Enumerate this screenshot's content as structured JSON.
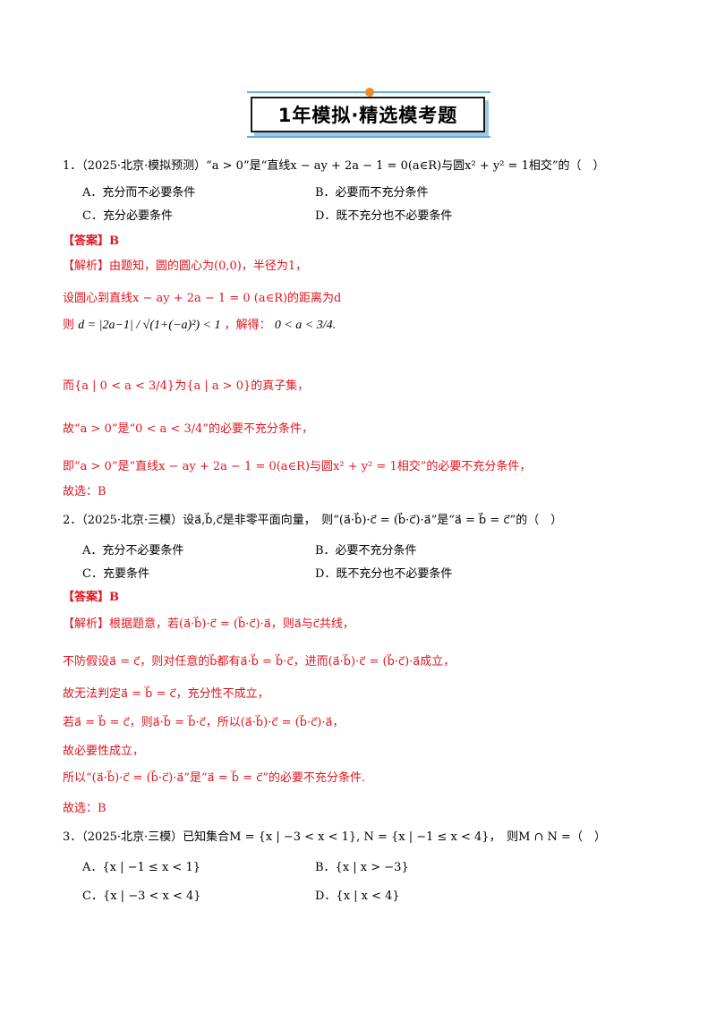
{
  "banner": {
    "title": "1年模拟·精选模考题"
  },
  "q1": {
    "stem": "1．（2025·北京·模拟预测）“a > 0”是“直线x − ay + 2a − 1 = 0(a∈R)与圆x² + y² = 1相交”的（　）",
    "options": [
      "A．充分而不必要条件",
      "B．必要而不充分条件",
      "C．充分必要条件",
      "D．既不充分也不必要条件"
    ],
    "answer": "【答案】B",
    "analysis": [
      "【解析】由题知，圆的圆心为(0,0)，半径为1，",
      "设圆心到直线x − ay + 2a − 1 = 0 (a∈R)的距离为d",
      "则",
      "d = |2a−1| / √(1+(−a)²) < 1",
      "，解得：",
      "0 < a < 3/4.",
      "而{a | 0 < a < 3/4}为{a | a > 0}的真子集，",
      "故“a > 0”是“0 < a < 3/4”的必要不充分条件，",
      "即“a > 0”是“直线x − ay + 2a − 1 = 0(a∈R)与圆x² + y² = 1相交”的必要不充分条件，",
      "故选：B"
    ]
  },
  "q2": {
    "stem": "2．（2025·北京·三模）设a⃗,b⃗,c⃗是非零平面向量，　则“(a⃗·b⃗)·c⃗ = (b⃗·c⃗)·a⃗”是“a⃗ = b⃗ = c⃗”的（　）",
    "options": [
      "A．充分不必要条件",
      "B．必要不充分条件",
      "C．充要条件",
      "D．既不充分也不必要条件"
    ],
    "answer": "【答案】B",
    "analysis": [
      "【解析】根据题意，若(a⃗·b⃗)·c⃗ = (b⃗·c⃗)·a⃗，则a⃗与c⃗共线，",
      "不防假设a⃗ = c⃗，则对任意的b⃗都有a⃗·b⃗ = b⃗·c⃗，进而(a⃗·b⃗)·c⃗ = (b⃗·c⃗)·a⃗成立，",
      "故无法判定a⃗ = b⃗ = c⃗，充分性不成立，",
      "若a⃗ = b⃗ = c⃗，则a⃗·b⃗ = b⃗·c⃗，所以(a⃗·b⃗)·c⃗ = (b⃗·c⃗)·a⃗，",
      "故必要性成立，",
      "所以“(a⃗·b⃗)·c⃗ = (b⃗·c⃗)·a⃗”是“a⃗ = b⃗ = c⃗”的必要不充分条件.",
      "故选：B"
    ]
  },
  "q3": {
    "stem": "3．（2025·北京·三模）已知集合M = {x | −3 < x < 1}, N = {x | −1 ≤ x < 4}，　则M ∩ N =（　）",
    "options": [
      "A．{x | −1 ≤ x < 1}",
      "B．{x | x > −3}",
      "C．{x | −3 < x < 4}",
      "D．{x | x < 4}"
    ]
  }
}
